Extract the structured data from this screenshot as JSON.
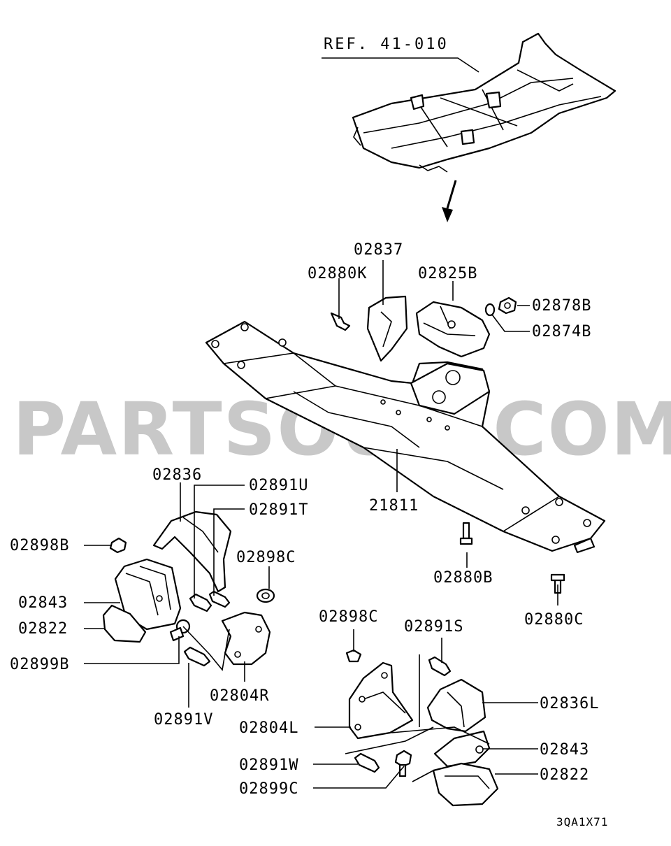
{
  "diagram": {
    "reference": "REF. 41-010",
    "watermark": "PARTSOUQ.COM",
    "drawing_code": "3QA1X71",
    "callouts": {
      "c02837": "02837",
      "c02880K": "02880K",
      "c02825B": "02825B",
      "c02878B": "02878B",
      "c02874B": "02874B",
      "c02836": "02836",
      "c02891U": "02891U",
      "c02891T": "02891T",
      "c21811": "21811",
      "c02898B": "02898B",
      "c02898C_left": "02898C",
      "c02843_left": "02843",
      "c02822_left": "02822",
      "c02899B": "02899B",
      "c02880B": "02880B",
      "c02880C": "02880C",
      "c02804R": "02804R",
      "c02891V": "02891V",
      "c02898C_right": "02898C",
      "c02891S": "02891S",
      "c02836L": "02836L",
      "c02804L": "02804L",
      "c02843_right": "02843",
      "c02891W": "02891W",
      "c02822_right": "02822",
      "c02899C": "02899C"
    }
  }
}
